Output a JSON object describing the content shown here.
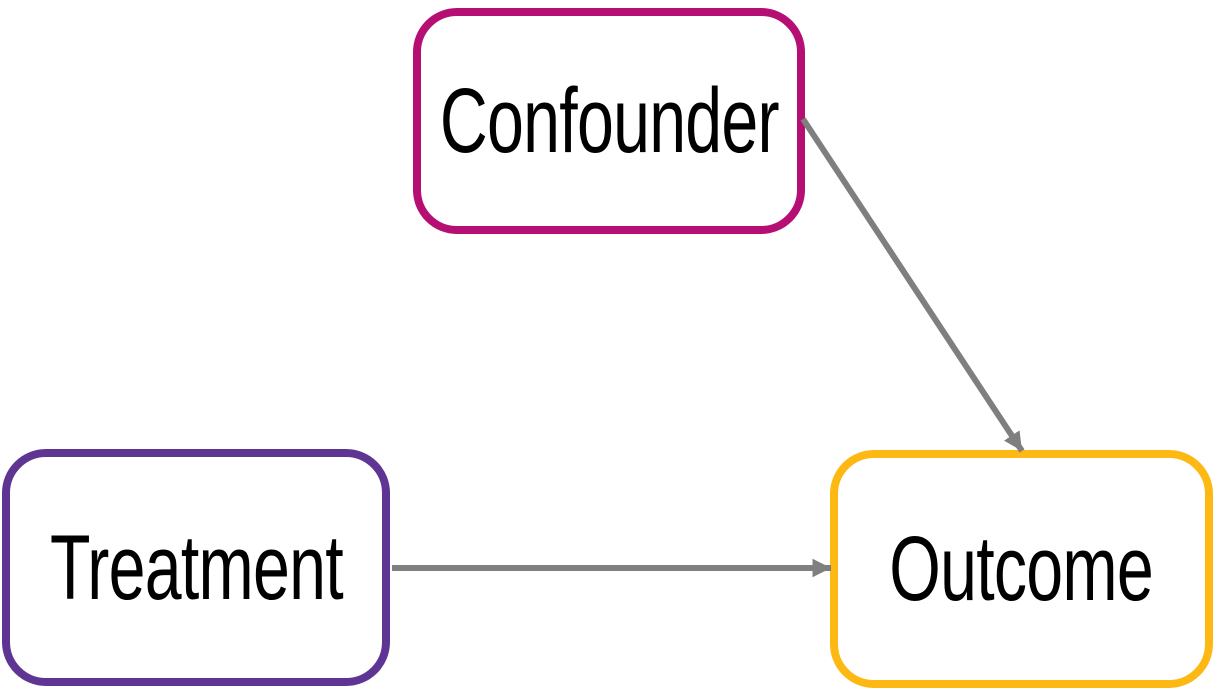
{
  "diagram": {
    "type": "causal-dag",
    "background": "#ffffff",
    "text_color": "#000000",
    "edge_color": "#7f7f7f",
    "nodes": [
      {
        "id": "confounder",
        "label": "Confounder",
        "border_color": "#b60f74"
      },
      {
        "id": "treatment",
        "label": "Treatment",
        "border_color": "#5e3592"
      },
      {
        "id": "outcome",
        "label": "Outcome",
        "border_color": "#fdb813"
      }
    ],
    "edges": [
      {
        "from": "confounder",
        "to": "outcome"
      },
      {
        "from": "treatment",
        "to": "outcome"
      }
    ]
  }
}
